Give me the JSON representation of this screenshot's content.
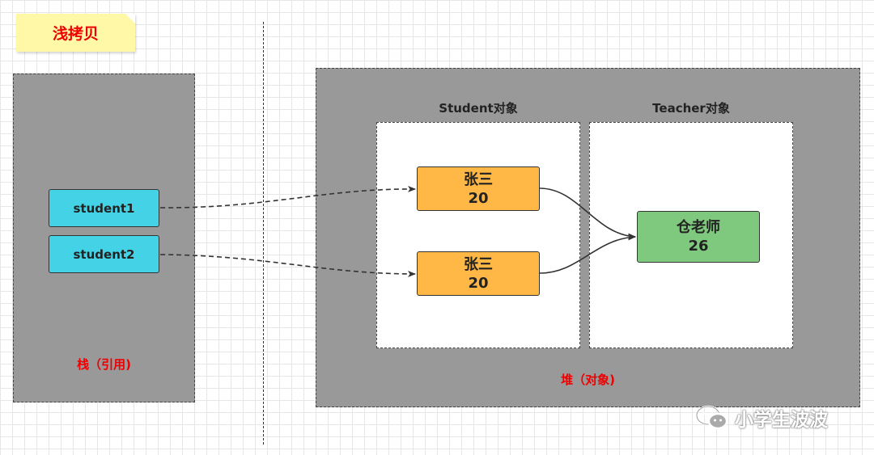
{
  "title": "浅拷贝",
  "stack": {
    "caption": "栈（引用)",
    "refs": [
      {
        "label": "student1"
      },
      {
        "label": "student2"
      }
    ]
  },
  "heap": {
    "caption": "堆（对象)",
    "student_title": "Student对象",
    "teacher_title": "Teacher对象",
    "students": [
      {
        "name": "张三",
        "age": "20"
      },
      {
        "name": "张三",
        "age": "20"
      }
    ],
    "teacher": {
      "name": "仓老师",
      "age": "26"
    }
  },
  "watermark": "小学生波波",
  "colors": {
    "reference": "#44d3e6",
    "student": "#ffb745",
    "teacher": "#7fc97f",
    "caption": "#ee0000",
    "note": "#fff8a6"
  },
  "icons": {
    "watermark": "wechat-icon"
  }
}
